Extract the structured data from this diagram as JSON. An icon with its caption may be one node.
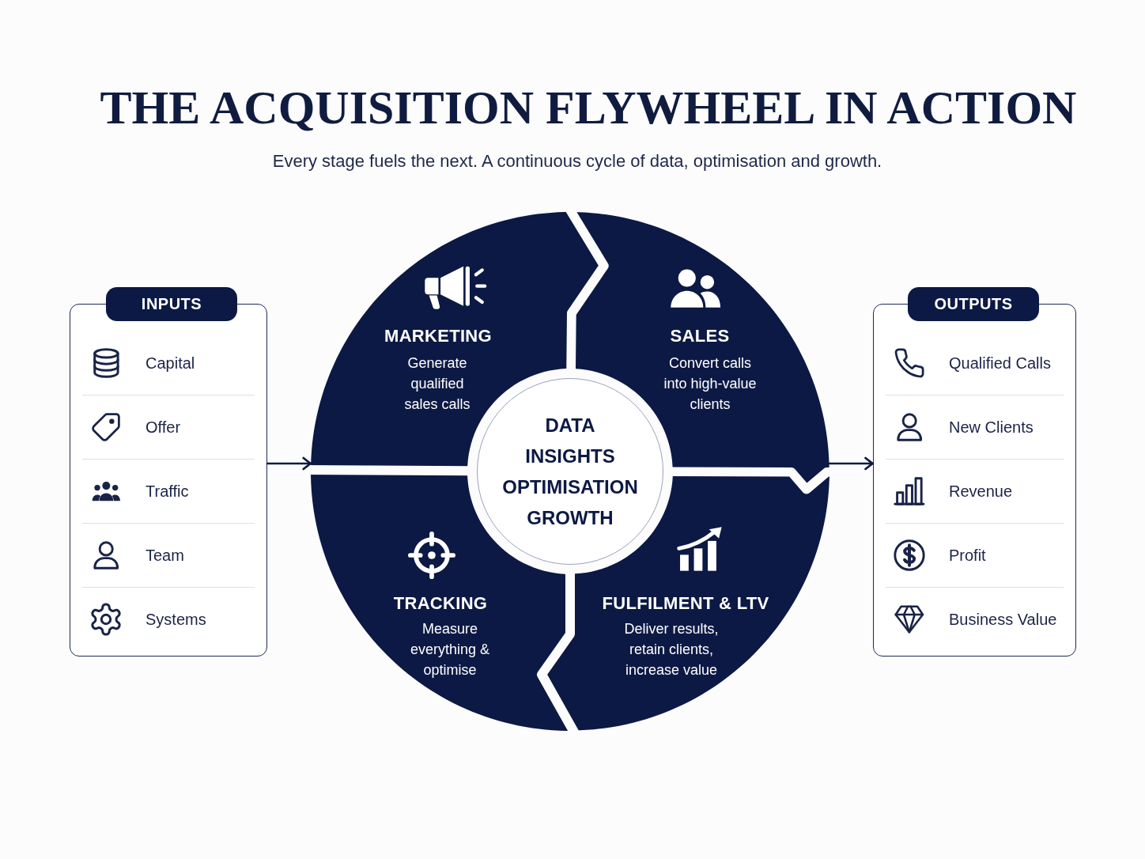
{
  "diagram": {
    "title": "THE ACQUISITION FLYWHEEL IN ACTION",
    "nodes": [
      {
        "text": [
          "INPUTS"
        ]
      },
      {
        "text": [
          "Capital"
        ],
        "in": 0
      },
      {
        "text": [
          "Offer"
        ],
        "in": 0
      },
      {
        "text": [
          "Traffic"
        ],
        "in": 0
      },
      {
        "text": [
          "Team"
        ],
        "in": 0
      },
      {
        "text": [
          "Systems"
        ],
        "in": 0
      },
      {
        "text": [],
        "shape": "circle"
      },
      {
        "text": [
          "MARKETING",
          "Generate qualified sales calls"
        ],
        "in": 6
      },
      {
        "text": [
          "SALES",
          "Convert calls into high-value clients"
        ],
        "in": 6
      },
      {
        "text": [
          "DATA",
          "INSIGHTS",
          "OPTIMISATION",
          "GROWTH"
        ],
        "in": 6
      },
      {
        "text": [
          "TRACKING",
          "Measure everything & optimise"
        ],
        "in": 6
      },
      {
        "text": [
          "FULFILMENT & LTV",
          "Deliver results, retain clients, increase value"
        ],
        "in": 6
      },
      {
        "text": [
          "OUTPUTS"
        ]
      },
      {
        "text": [
          "Qualified Calls"
        ],
        "in": 12
      },
      {
        "text": [
          "New Clients"
        ],
        "in": 12
      },
      {
        "text": [
          "Revenue"
        ],
        "in": 12
      },
      {
        "text": [
          "Profit"
        ],
        "in": 12
      },
      {
        "text": [
          "Business Value"
        ],
        "in": 12
      }
    ],
    "edges": [
      {
        "from": 0,
        "to": 6,
        "arrow": "to"
      },
      {
        "from": 6,
        "to": 12,
        "arrow": "to"
      }
    ],
    "labels": [
      "Every stage fuels the next. A continuous cycle of data, optimisation and growth."
    ]
  }
}
